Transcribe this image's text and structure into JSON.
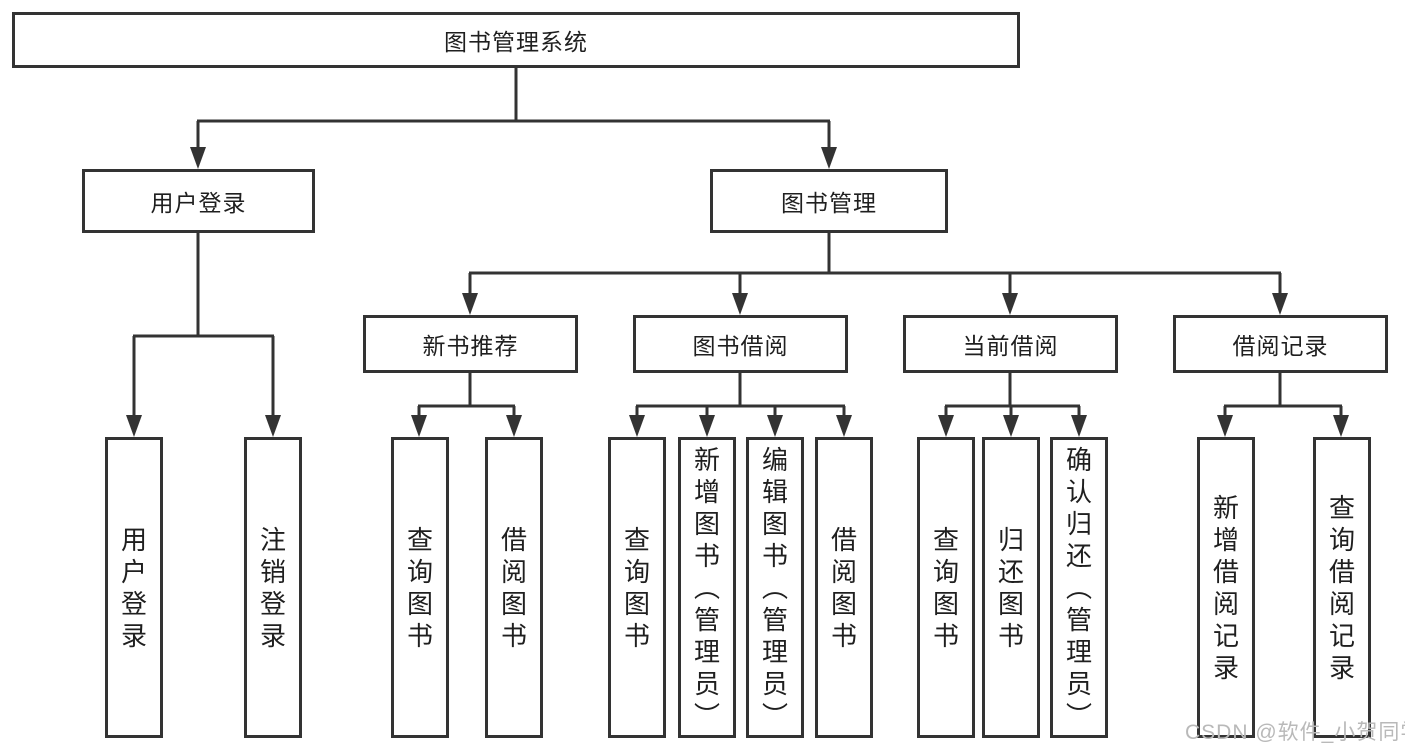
{
  "diagram": {
    "root": "图书管理系统",
    "branches": {
      "user_login": {
        "label": "用户登录",
        "children": [
          "用户登录",
          "注销登录"
        ]
      },
      "book_mgmt": {
        "label": "图书管理",
        "groups": [
          {
            "label": "新书推荐",
            "children": [
              "查询图书",
              "借阅图书"
            ]
          },
          {
            "label": "图书借阅",
            "children": [
              "查询图书",
              "新增图书（管理员）",
              "编辑图书（管理员）",
              "借阅图书"
            ]
          },
          {
            "label": "当前借阅",
            "children": [
              "查询图书",
              "归还图书",
              "确认归还（管理员）"
            ]
          },
          {
            "label": "借阅记录",
            "children": [
              "新增借阅记录",
              "查询借阅记录"
            ]
          }
        ]
      }
    }
  },
  "watermark": "CSDN @软件_小贺同学",
  "colors": {
    "line": "#333333",
    "text": "#1f1f1f",
    "watermark": "#b9b9b9",
    "background": "#ffffff"
  }
}
